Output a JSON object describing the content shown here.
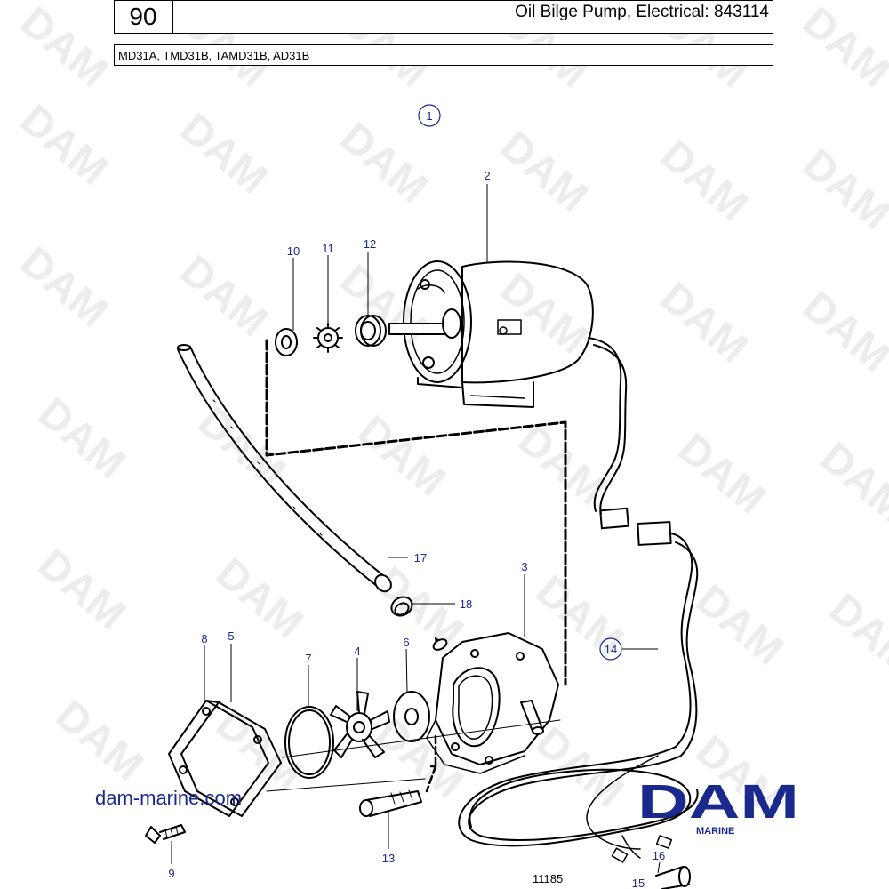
{
  "header": {
    "page_number": "90",
    "title": "Oil Bilge Pump, Electrical: 843114",
    "models": "MD31A, TMD31B, TAMD31B, AD31B"
  },
  "callouts": {
    "c1": "1",
    "c2": "2",
    "c3": "3",
    "c4": "4",
    "c5": "5",
    "c6": "6",
    "c7": "7",
    "c8": "8",
    "c9": "9",
    "c10": "10",
    "c11": "11",
    "c12": "12",
    "c13": "13",
    "c14": "14",
    "c15": "15",
    "c16": "16",
    "c17": "17",
    "c18": "18"
  },
  "footer": {
    "website": "dam-marine.com",
    "figure_number": "11185",
    "logo_text": "DAM",
    "logo_subtext": "MARINE"
  },
  "watermark_text": "DAM",
  "colors": {
    "callout": "#1a2a8c",
    "logo": "#1a2a8c",
    "watermark": "#e6e6e6"
  }
}
